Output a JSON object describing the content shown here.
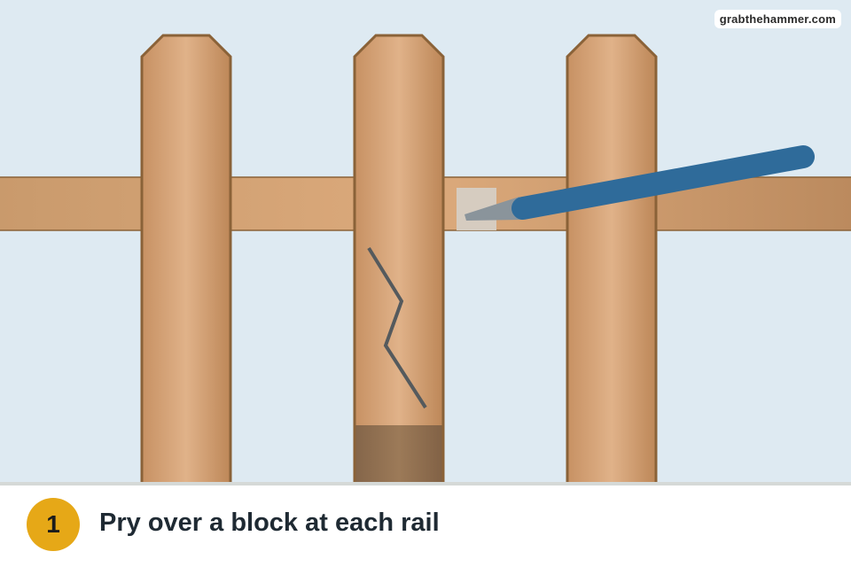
{
  "watermark": "grabthehammer.com",
  "step": {
    "number": "1",
    "text": "Pry over a block at each rail"
  },
  "colors": {
    "sky": "#deeaf2",
    "wood_light": "#ddae82",
    "wood_dark": "#c08a5c",
    "wood_outline": "#8a6238",
    "rotten_base": "#8f6e4e",
    "crack": "#555a5d",
    "block": "#d6ccc0",
    "pry_bar": "#2f6b9a",
    "pry_tip": "#8a949b",
    "badge": "#e6a817"
  },
  "icons": [
    "wooden-picket",
    "fence-rail",
    "crack-mark",
    "pry-bar-icon",
    "wood-block"
  ]
}
